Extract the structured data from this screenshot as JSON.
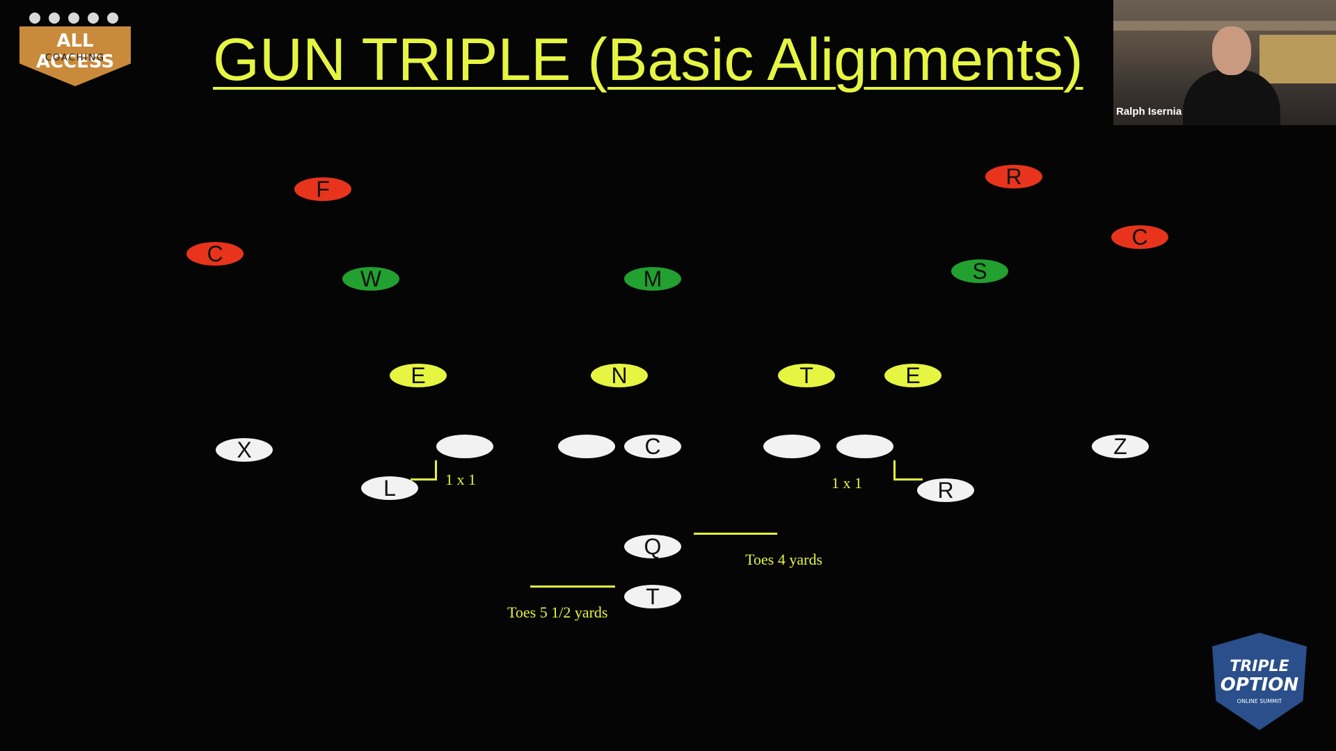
{
  "title": "GUN TRIPLE (Basic Alignments)",
  "logo": {
    "line1": "ALL ACCESS",
    "line2": "COACHING"
  },
  "webcam": {
    "name": "Ralph Isernia"
  },
  "players": {
    "defense": {
      "f": "F",
      "r": "R",
      "c_left": "C",
      "c_right": "C",
      "w": "W",
      "m": "M",
      "s": "S",
      "e_left": "E",
      "n": "N",
      "t": "T",
      "e_right": "E"
    },
    "offense": {
      "x": "X",
      "c": "C",
      "z": "Z",
      "l": "L",
      "r": "R",
      "q": "Q",
      "t": "T"
    }
  },
  "notes": {
    "split_left": "1 x 1",
    "split_right": "1 x 1",
    "toes_4": "Toes 4 yards",
    "toes_5": "Toes 5 1/2 yards"
  },
  "badge": {
    "line1": "TRIPLE",
    "line2": "OPTION",
    "line3": "ONLINE SUMMIT"
  },
  "colors": {
    "title": "#e6f542",
    "secondary": "#e8341c",
    "linebackers": "#22a030",
    "defensive_line": "#e6f542",
    "offense": "#f2f2f2"
  }
}
